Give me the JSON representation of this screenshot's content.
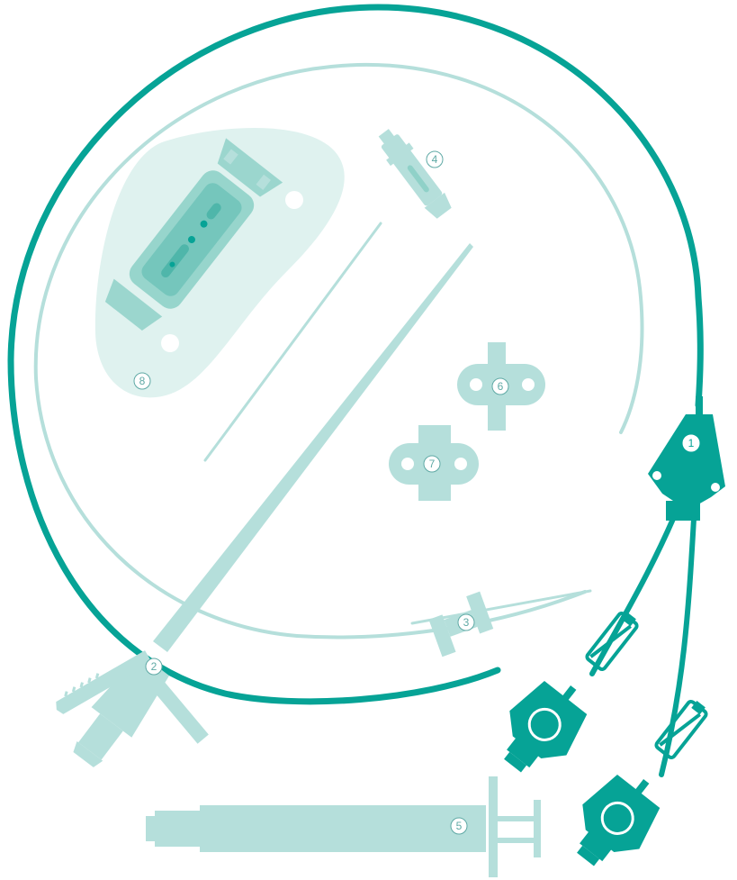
{
  "labels": {
    "catheter": "1",
    "introducer": "2",
    "wire_clip": "3",
    "needle": "4",
    "syringe": "5",
    "fixing_wing_a": "6",
    "fixing_wing_b": "7",
    "securement_pad": "8"
  },
  "colors": {
    "teal_dark": "#06a396",
    "teal_light": "#b5dfdb",
    "teal_mid": "#8fd1c8",
    "teal_pale": "#dff2ef",
    "label_stroke": "#5fa9a5"
  }
}
